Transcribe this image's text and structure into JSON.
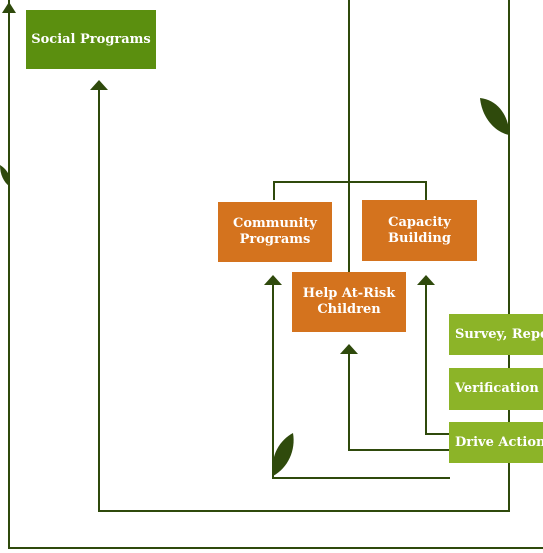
{
  "colors": {
    "line": "#2f4a0c",
    "leaf": "#2f4a0c",
    "box_dark_green": "#5b8f0f",
    "box_orange": "#d4731e",
    "box_light_green": "#8cb428",
    "text": "#ffffff"
  },
  "nodes": {
    "social_programs": "Social Programs",
    "community_programs": "Community Programs",
    "capacity_building": "Capacity Building",
    "help_at_risk_children": "Help At-Risk Children",
    "survey_report": "Survey, Report",
    "verification": "Verification",
    "drive_action": "Drive Action"
  }
}
